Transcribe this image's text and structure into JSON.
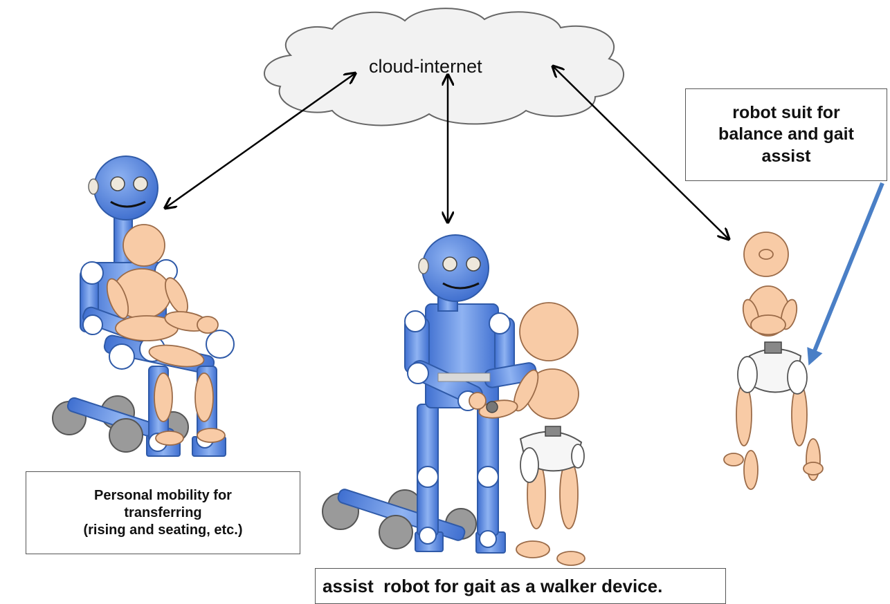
{
  "cloud": {
    "label": "cloud-internet"
  },
  "labels": {
    "robot_suit": [
      "robot suit for",
      "balance and gait",
      "assist"
    ],
    "personal_mobility": [
      "Personal mobility for",
      "transferring",
      "(rising and seating, etc.)"
    ],
    "walker": "assist  robot for gait as a walker device."
  },
  "colors": {
    "robot_blue": "#5b8fe6",
    "robot_outline": "#2f5aa8",
    "skin": "#f8cba6",
    "skin_outline": "#b07a52",
    "wheel_gray": "#9a9a9a",
    "cloud_fill": "#f2f2f2",
    "pointer_arrow": "#4a7fc6"
  }
}
